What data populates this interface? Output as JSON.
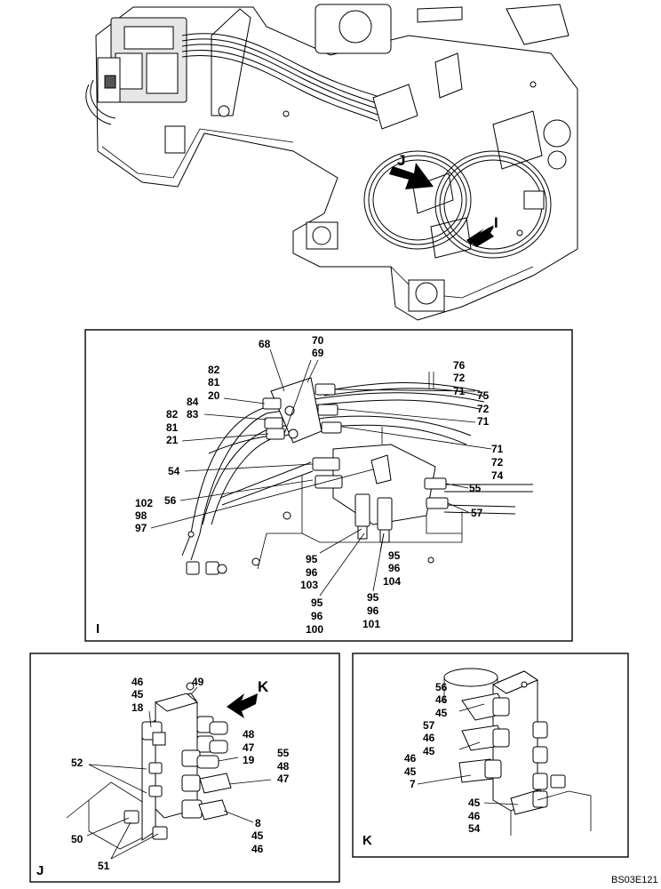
{
  "drawing_ref": "BS03E121",
  "overview": {
    "arrow_j_letter": "J",
    "arrow_i_letter": "I"
  },
  "panel_i": {
    "frame_letter": "I",
    "callouts": {
      "c68": "68",
      "c70": "70",
      "c69": "69",
      "c82a": "82",
      "c81a": "81",
      "c20": "20",
      "c84": "84",
      "c83": "83",
      "c82b": "82",
      "c81b": "81",
      "c21": "21",
      "c54": "54",
      "c102": "102",
      "c98": "98",
      "c97": "97",
      "c56": "56",
      "c76": "76",
      "c72a": "72",
      "c71a": "71",
      "c75": "75",
      "c72b": "72",
      "c71b": "71",
      "c71c": "71",
      "c72c": "72",
      "c74": "74",
      "c55": "55",
      "c57": "57",
      "c95a": "95",
      "c96a": "96",
      "c103": "103",
      "c95b": "95",
      "c96b": "96",
      "c104": "104",
      "c95c": "95",
      "c96c": "96",
      "c100": "100",
      "c95d": "95",
      "c96d": "96",
      "c101": "101"
    }
  },
  "panel_j": {
    "frame_letter": "J",
    "view_arrow_letter": "K",
    "callouts": {
      "c46": "46",
      "c45": "45",
      "c18": "18",
      "c49": "49",
      "c48a": "48",
      "c47a": "47",
      "c19": "19",
      "c52": "52",
      "c55": "55",
      "c48b": "48",
      "c47b": "47",
      "c8": "8",
      "c45b": "45",
      "c46b": "46",
      "c50": "50",
      "c51": "51"
    }
  },
  "panel_k": {
    "frame_letter": "K",
    "callouts": {
      "c56": "56",
      "c46a": "46",
      "c45a": "45",
      "c57": "57",
      "c46b": "46",
      "c45b": "45",
      "c46c": "46",
      "c45c": "45",
      "c7": "7",
      "c45d": "45",
      "c46d": "46",
      "c54": "54"
    }
  }
}
